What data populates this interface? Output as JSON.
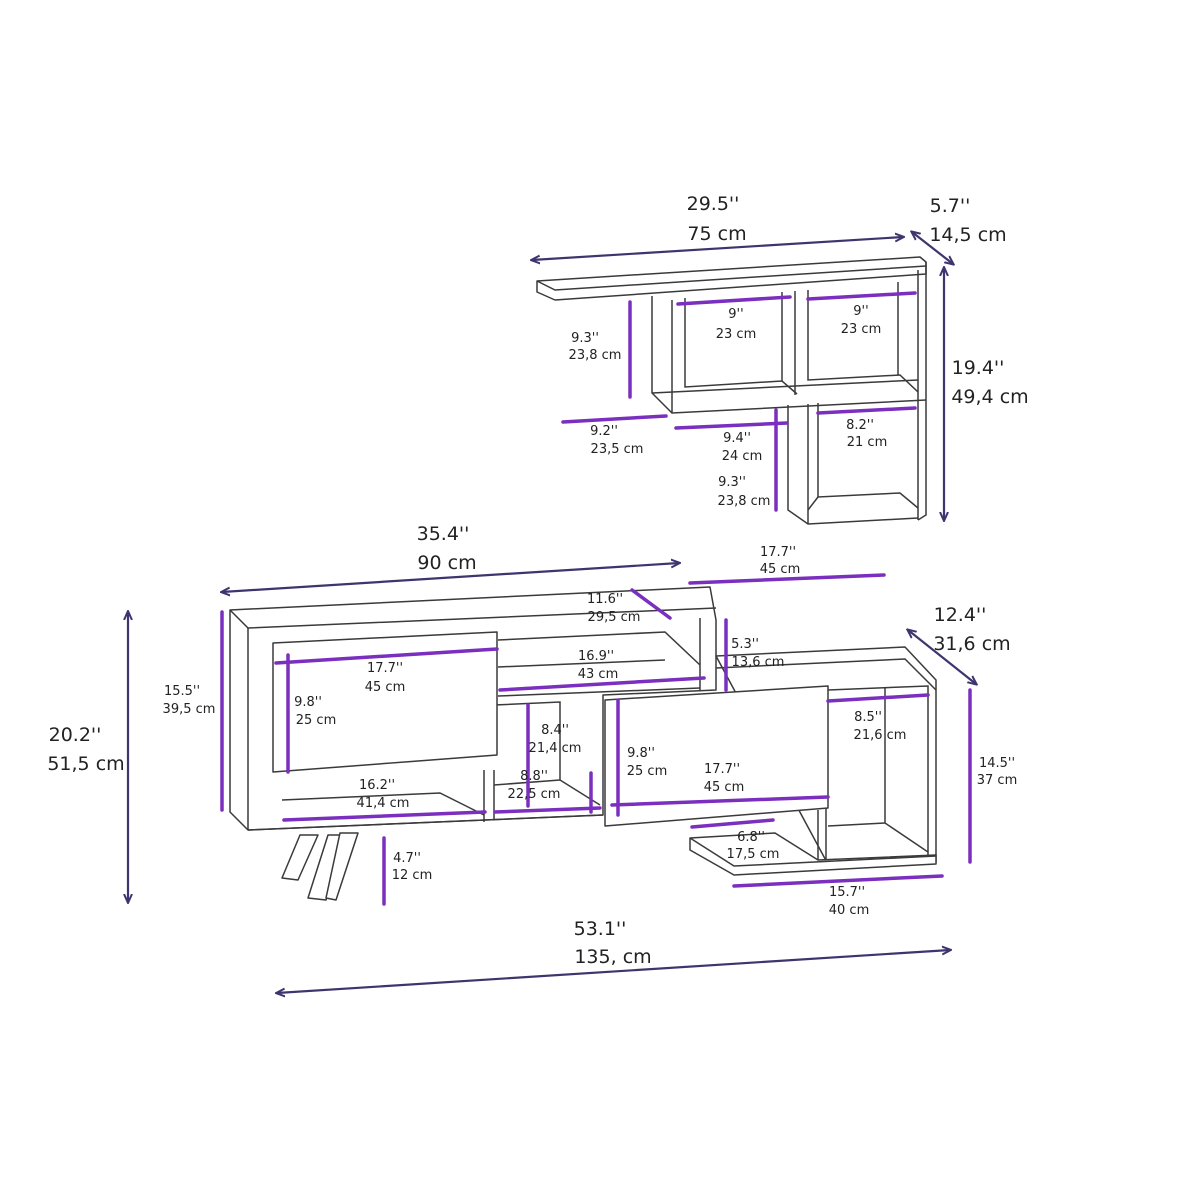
{
  "wall_shelf": {
    "width": {
      "in": "29.5''",
      "cm": "75 cm"
    },
    "depth": {
      "in": "5.7''",
      "cm": "14,5 cm"
    },
    "height": {
      "in": "19.4''",
      "cm": "49,4 cm"
    },
    "upper_left_cell_width": {
      "in": "9''",
      "cm": "23 cm"
    },
    "upper_right_cell_width": {
      "in": "9''",
      "cm": "23 cm"
    },
    "upper_cell_height": {
      "in": "9.3''",
      "cm": "23,8 cm"
    },
    "left_overhang": {
      "in": "9.2''",
      "cm": "23,5 cm"
    },
    "middle_span": {
      "in": "9.4''",
      "cm": "24 cm"
    },
    "lower_cell_width": {
      "in": "8.2''",
      "cm": "21 cm"
    },
    "lower_cell_height": {
      "in": "9.3''",
      "cm": "23,8 cm"
    }
  },
  "tv_unit": {
    "main_width": {
      "in": "35.4''",
      "cm": "90 cm"
    },
    "side_shelf_width": {
      "in": "17.7''",
      "cm": "45 cm"
    },
    "main_depth": {
      "in": "11.6''",
      "cm": "29,5 cm"
    },
    "side_depth": {
      "in": "12.4''",
      "cm": "31,6 cm"
    },
    "step_height": {
      "in": "5.3''",
      "cm": "13,6 cm"
    },
    "body_height": {
      "in": "15.5''",
      "cm": "39,5 cm"
    },
    "total_height": {
      "in": "20.2''",
      "cm": "51,5 cm"
    },
    "left_door_width": {
      "in": "17.7''",
      "cm": "45 cm"
    },
    "top_shelf_width": {
      "in": "16.9''",
      "cm": "43 cm"
    },
    "left_door_height": {
      "in": "9.8''",
      "cm": "25 cm"
    },
    "middle_cell_height": {
      "in": "8.4''",
      "cm": "21,4 cm"
    },
    "right_cell_height": {
      "in": "8.5''",
      "cm": "21,6 cm"
    },
    "right_door_height": {
      "in": "9.8''",
      "cm": "25 cm"
    },
    "right_door_width": {
      "in": "17.7''",
      "cm": "45 cm"
    },
    "side_height": {
      "in": "14.5''",
      "cm": "37 cm"
    },
    "bottom_left_width": {
      "in": "16.2''",
      "cm": "41,4 cm"
    },
    "middle_cell_width": {
      "in": "8.8''",
      "cm": "22,5 cm"
    },
    "small_shelf_width": {
      "in": "6.8''",
      "cm": "17,5 cm"
    },
    "leg_height": {
      "in": "4.7''",
      "cm": "12 cm"
    },
    "side_bottom_width": {
      "in": "15.7''",
      "cm": "40 cm"
    },
    "overall_width": {
      "in": "53.1''",
      "cm": "135, cm"
    }
  },
  "colors": {
    "dimension_line": "#7b2fbe",
    "arrow": "#3d356e",
    "outline": "#3a3a3a"
  }
}
